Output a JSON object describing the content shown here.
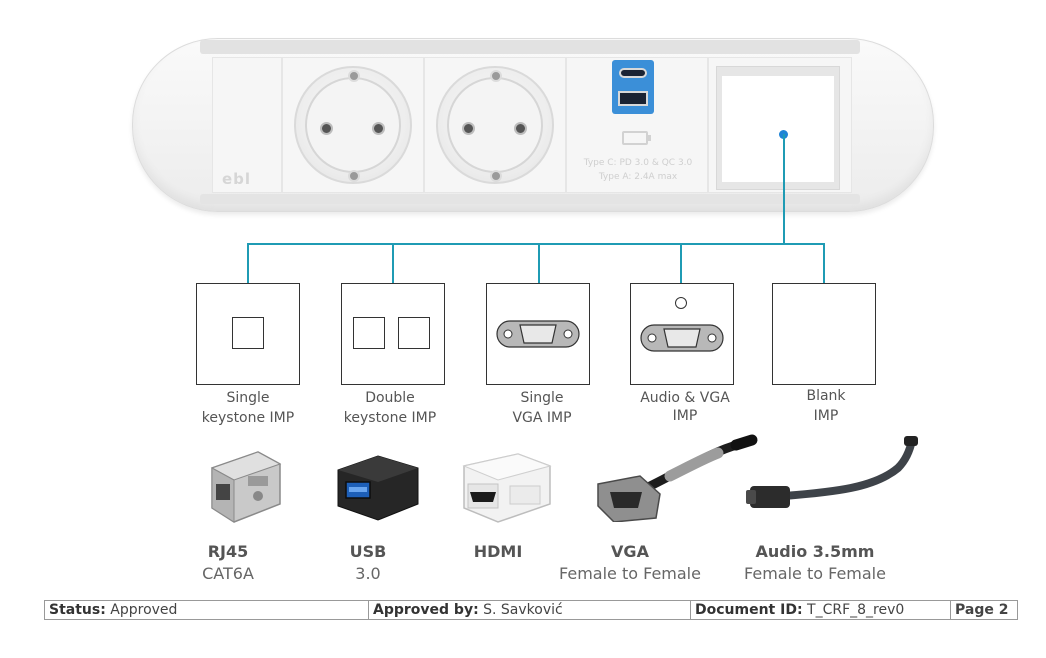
{
  "strip": {
    "usb_text_line1": "Type C: PD 3.0 & QC 3.0",
    "usb_text_line2": "Type A: 2.4A max",
    "logo": "ebl"
  },
  "inserts": [
    {
      "line1": "Single",
      "line2": "keystone IMP"
    },
    {
      "line1": "Double",
      "line2": "keystone IMP"
    },
    {
      "line1": "Single",
      "line2": "VGA IMP"
    },
    {
      "line1": "Audio & VGA",
      "line2": "IMP"
    },
    {
      "line1": "Blank",
      "line2": "IMP"
    }
  ],
  "products": [
    {
      "name": "RJ45",
      "sub": "CAT6A"
    },
    {
      "name": "USB",
      "sub": "3.0"
    },
    {
      "name": "HDMI",
      "sub": ""
    },
    {
      "name": "VGA",
      "sub": "Female to Female"
    },
    {
      "name": "Audio 3.5mm",
      "sub": "Female to Female"
    }
  ],
  "footer": {
    "status_label": "Status:",
    "status_value": "Approved",
    "approved_label": "Approved by:",
    "approved_value": "S. Savković",
    "doc_label": "Document ID:",
    "doc_value": "T_CRF_8_rev0",
    "page": "Page 2"
  },
  "colors": {
    "connector_line": "#1f9bb4",
    "usb_module": "#3b8fd8"
  }
}
